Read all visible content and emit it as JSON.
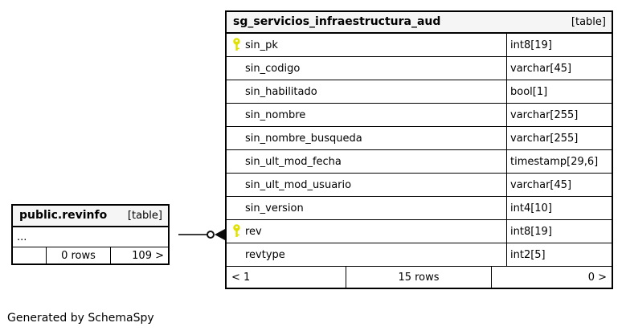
{
  "main_table": {
    "title": "sg_servicios_infraestructura_aud",
    "tag": "[table]",
    "rows": [
      {
        "name": "sin_pk",
        "type": "int8[19]",
        "pk": true
      },
      {
        "name": "sin_codigo",
        "type": "varchar[45]",
        "pk": false
      },
      {
        "name": "sin_habilitado",
        "type": "bool[1]",
        "pk": false
      },
      {
        "name": "sin_nombre",
        "type": "varchar[255]",
        "pk": false
      },
      {
        "name": "sin_nombre_busqueda",
        "type": "varchar[255]",
        "pk": false
      },
      {
        "name": "sin_ult_mod_fecha",
        "type": "timestamp[29,6]",
        "pk": false
      },
      {
        "name": "sin_ult_mod_usuario",
        "type": "varchar[45]",
        "pk": false
      },
      {
        "name": "sin_version",
        "type": "int4[10]",
        "pk": false
      },
      {
        "name": "rev",
        "type": "int8[19]",
        "pk": true
      },
      {
        "name": "revtype",
        "type": "int2[5]",
        "pk": false
      }
    ],
    "footer": {
      "left": "< 1",
      "center": "15 rows",
      "right": "0 >"
    }
  },
  "related_table": {
    "title": "public.revinfo",
    "tag": "[table]",
    "ellipsis": "...",
    "footer": {
      "left": "",
      "center": "0 rows",
      "right": "109 >"
    }
  },
  "caption": "Generated by SchemaSpy",
  "colors": {
    "key_icon": "#e0e000",
    "header_bg": "#f5f5f5",
    "connector": "#3d3d3d"
  }
}
